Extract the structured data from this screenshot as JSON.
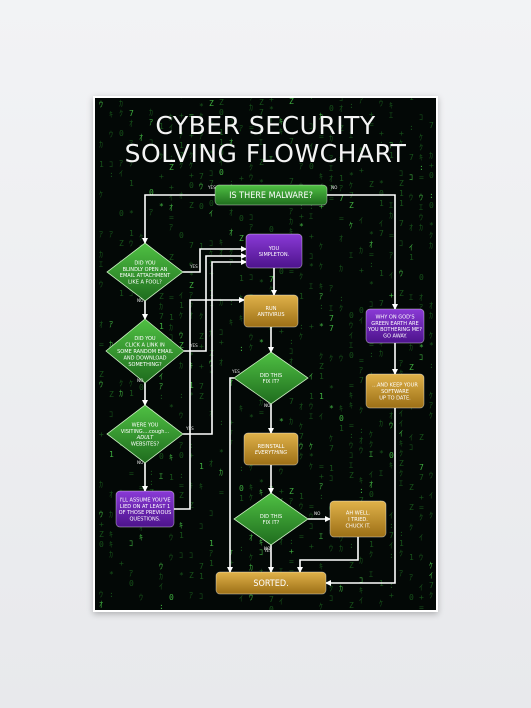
{
  "title": [
    "CYBER SECURITY",
    "SOLVING FLOWCHART"
  ],
  "colors": {
    "background": "#030806",
    "green": "#2e8f2c",
    "purple": "#6b1fb0",
    "gold": "#c2922a",
    "arrow": "#ffffff",
    "rain": "#1c6a1c"
  },
  "nodes": {
    "malware": {
      "lines": [
        "IS THERE MALWARE?"
      ],
      "shape": "rect",
      "color": "green"
    },
    "q1": {
      "lines": [
        "DID YOU",
        "BLINDLY OPEN AN",
        "EMAIL ATTACHMENT",
        "LIKE A FOOL?"
      ],
      "shape": "diamond",
      "color": "green"
    },
    "q2": {
      "lines": [
        "DID YOU",
        "CLICK A LINK IN",
        "SOME RANDOM EMAIL",
        "AND DOWNLOAD",
        "SOMETHING?"
      ],
      "shape": "diamond",
      "color": "green"
    },
    "q3": {
      "lines": [
        "WERE YOU",
        "VISITING....cough...",
        "ADULT",
        "WEBSITES?"
      ],
      "shape": "diamond",
      "color": "green"
    },
    "assume": {
      "lines": [
        "I'LL ASSUME YOU'VE",
        "LIED ON AT LEAST 1",
        "OF THOSE PREVIOUS",
        "QUESTIONS."
      ],
      "shape": "rect",
      "color": "purple"
    },
    "simpleton": {
      "lines": [
        "YOU",
        "SIMPLETON."
      ],
      "shape": "rect",
      "color": "purple"
    },
    "antivirus": {
      "lines": [
        "RUN",
        "ANTIVIRUS"
      ],
      "shape": "rect",
      "color": "gold"
    },
    "fix1": {
      "lines": [
        "DID THIS",
        "FIX IT?"
      ],
      "shape": "diamond",
      "color": "green"
    },
    "reinstall": {
      "lines": [
        "REINSTALL",
        "EVERYTHING"
      ],
      "shape": "rect",
      "color": "gold"
    },
    "fix2": {
      "lines": [
        "DID THIS",
        "FIX IT?"
      ],
      "shape": "diamond",
      "color": "green"
    },
    "tried": {
      "lines": [
        "AH WELL.",
        "I TRIED.",
        "CHUCK IT."
      ],
      "shape": "rect",
      "color": "gold"
    },
    "sorted": {
      "lines": [
        "SORTED."
      ],
      "shape": "rect",
      "color": "gold"
    },
    "why": {
      "lines": [
        "WHY ON GOD'S",
        "GREEN EARTH ARE",
        "YOU BOTHERING ME?",
        "GO AWAY."
      ],
      "shape": "rect",
      "color": "purple"
    },
    "keep": {
      "lines": [
        "...AND KEEP YOUR",
        "SOFTWARE",
        "UP TO DATE."
      ],
      "shape": "rect",
      "color": "gold"
    }
  },
  "edge_labels": {
    "yes": "YES",
    "no": "NO"
  }
}
